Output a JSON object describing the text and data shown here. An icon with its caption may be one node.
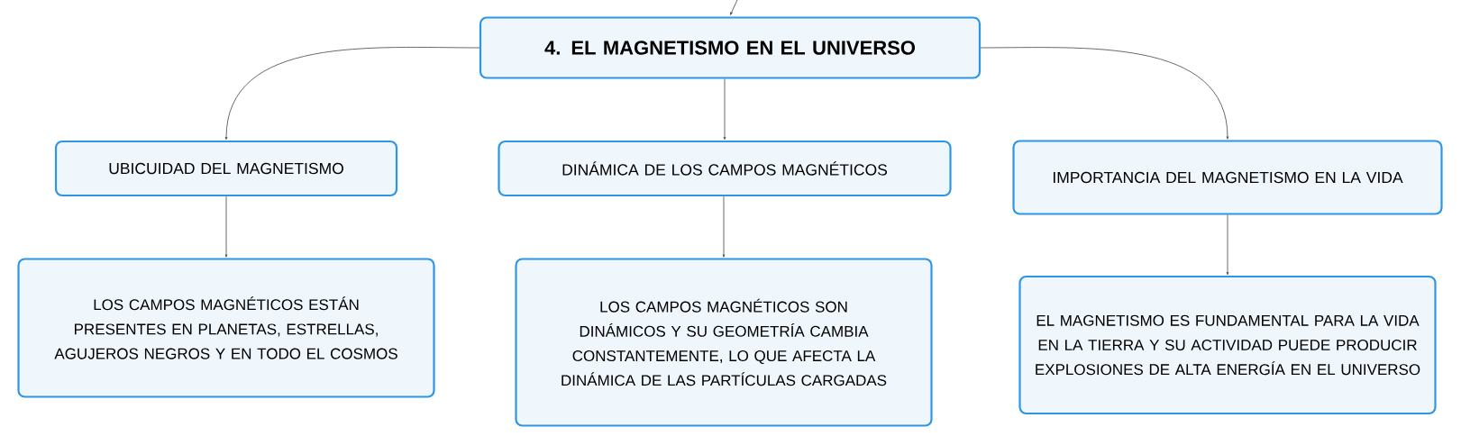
{
  "diagram": {
    "nodes": [
      {
        "text": [
          "4. EL MAGNETISMO EN EL UNIVERSO"
        ]
      },
      {
        "text": [
          "UBICUIDAD DEL MAGNETISMO"
        ]
      },
      {
        "text": [
          "DINÁMICA DE LOS CAMPOS MAGNÉTICOS"
        ]
      },
      {
        "text": [
          "IMPORTANCIA DEL MAGNETISMO EN LA VIDA"
        ]
      },
      {
        "text": [
          "LOS CAMPOS MAGNÉTICOS ESTÁN PRESENTES EN PLANETAS, ESTRELLAS, AGUJEROS NEGROS Y EN TODO EL COSMOS"
        ]
      },
      {
        "text": [
          "LOS CAMPOS MAGNÉTICOS SON DINÁMICOS Y SU GEOMETRÍA CAMBIA CONSTANTEMENTE, LO QUE AFECTA LA DINÁMICA DE LAS PARTÍCULAS CARGADAS"
        ]
      },
      {
        "text": [
          "EL MAGNETISMO ES FUNDAMENTAL PARA LA VIDA EN LA TIERRA Y SU ACTIVIDAD PUEDE PRODUCIR EXPLOSIONES DE ALTA ENERGÍA EN EL UNIVERSO"
        ]
      }
    ],
    "edges": [
      {
        "from": null,
        "to": 0,
        "arrow": "to"
      },
      {
        "from": 0,
        "to": 1,
        "arrow": "to"
      },
      {
        "from": 0,
        "to": 2,
        "arrow": "to"
      },
      {
        "from": 0,
        "to": 3,
        "arrow": "to"
      },
      {
        "from": 1,
        "to": 4,
        "arrow": "to"
      },
      {
        "from": 2,
        "to": 5,
        "arrow": "to"
      },
      {
        "from": 3,
        "to": 6,
        "arrow": "to"
      }
    ]
  }
}
